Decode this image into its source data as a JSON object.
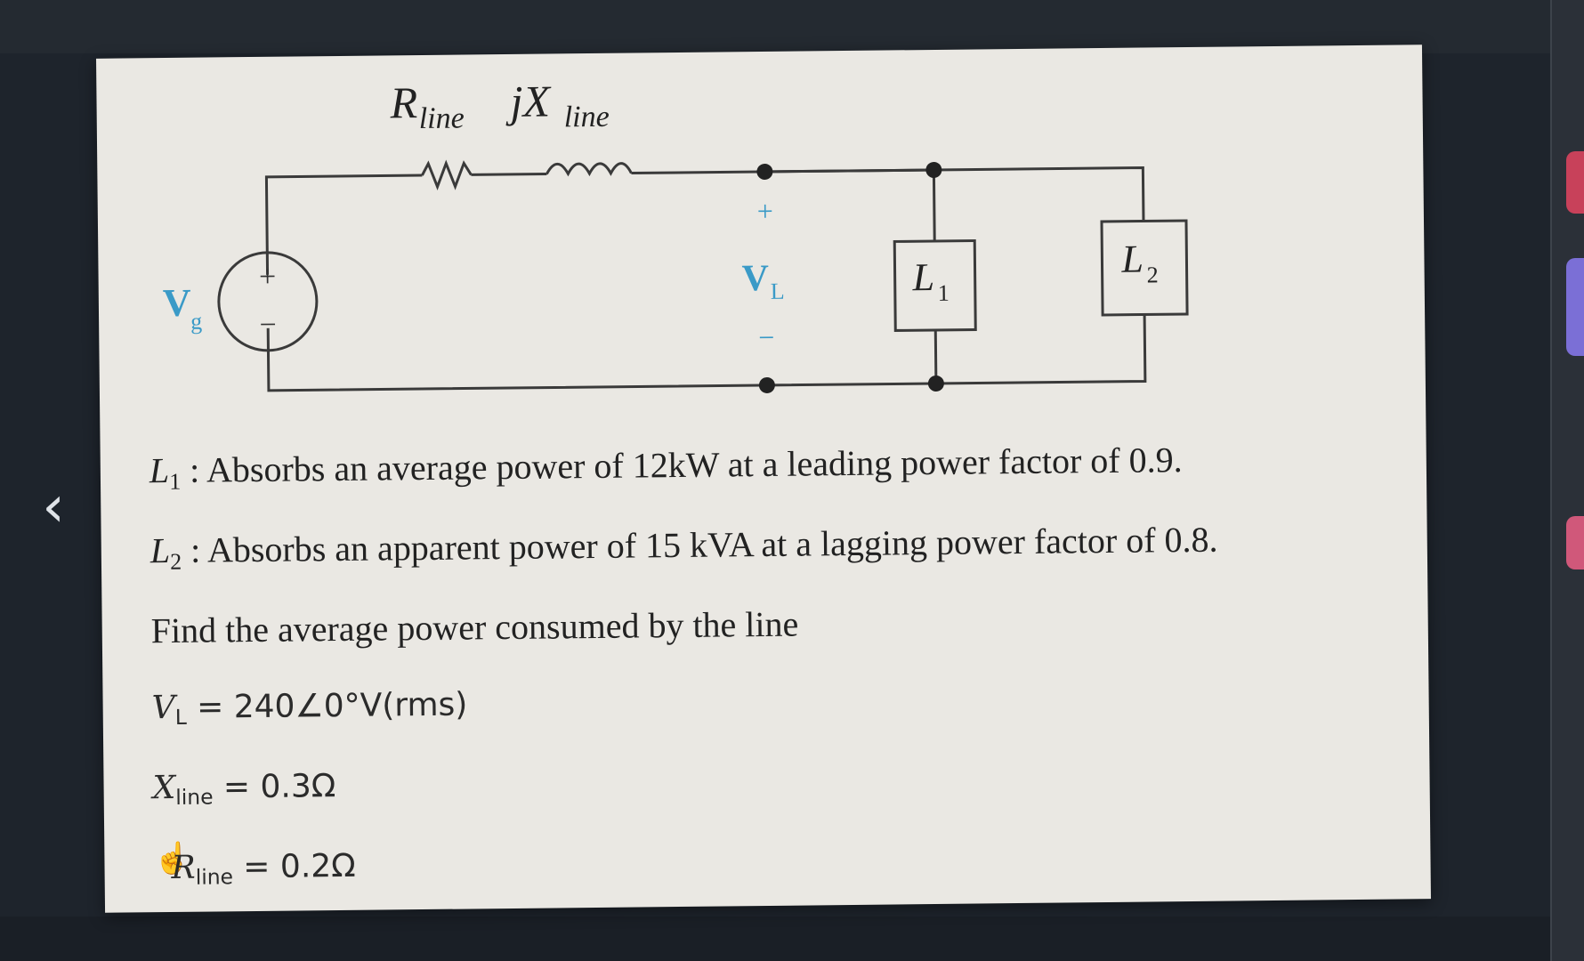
{
  "circuit": {
    "source_label": "V",
    "source_subscript": "g",
    "plus": "+",
    "minus": "−",
    "r_line_label": "R",
    "r_line_sub": "line",
    "jx_line_label": "jX",
    "jx_line_sub": "line",
    "vl_label": "V",
    "vl_sub": "L",
    "load1_label": "L",
    "load1_sub": "1",
    "load2_label": "L",
    "load2_sub": "2"
  },
  "problem": {
    "l1_name": "L",
    "l1_sub": "1",
    "l1_text": ": Absorbs an average power of 12kW at a leading power factor of 0.9.",
    "l2_name": "L",
    "l2_sub": "2",
    "l2_text": ":  Absorbs an apparent power of 15 kVA at a lagging power factor of 0.8.",
    "question": "Find the average power consumed by the line",
    "vl_var": "V",
    "vl_sub": "L",
    "vl_value": " = 240∠0°V(rms)",
    "x_var": "X",
    "x_sub": "line",
    "x_value": " = 0.3Ω",
    "r_var": "R",
    "r_sub": "line",
    "r_value": " = 0.2Ω"
  },
  "icons": {
    "back": "chevron-left-icon",
    "cursor": "hand-pointer-icon"
  },
  "colors": {
    "card": "#eae8e3",
    "accent_blue": "#3a9ac7",
    "ink": "#222222"
  }
}
